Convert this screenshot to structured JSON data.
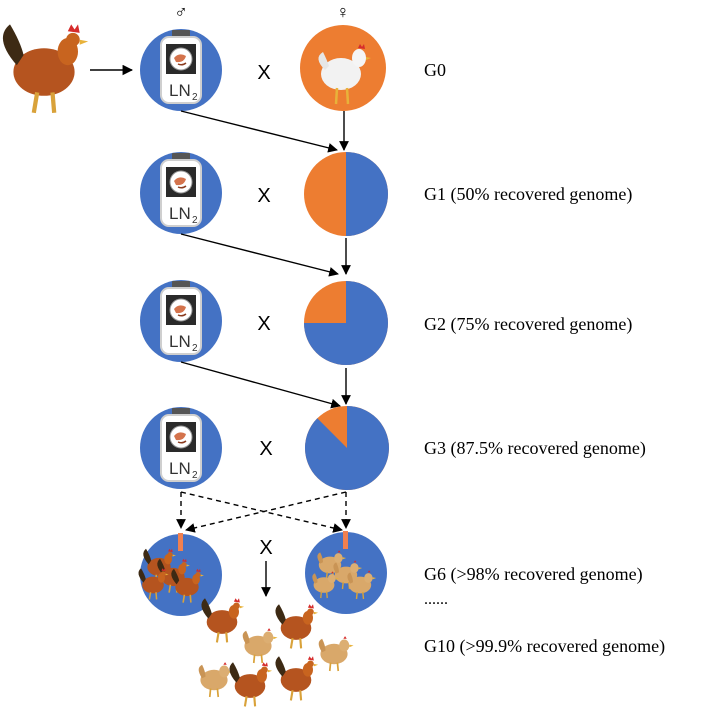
{
  "symbols": {
    "male": "♂",
    "female": "♀"
  },
  "cross_symbol": "X",
  "jar_label": {
    "base": "LN",
    "sub": "2"
  },
  "generations": [
    {
      "label": "G0",
      "female_recovered_fraction": null
    },
    {
      "label": "G1 (50% recovered genome)",
      "female_recovered_fraction": 0.5
    },
    {
      "label": "G2 (75% recovered genome)",
      "female_recovered_fraction": 0.75
    },
    {
      "label": "G3 (87.5% recovered genome)",
      "female_recovered_fraction": 0.875
    },
    {
      "label": "G6 (>98% recovered genome)",
      "female_recovered_fraction": 0.98
    }
  ],
  "ellipsis": "......",
  "final_generation": {
    "label": "G10 (>99.9% recovered genome)"
  },
  "colors": {
    "blue": "#4472c4",
    "orange": "#ed7d31",
    "arrow": "#000000",
    "rooster_body": "#b5541f",
    "hen_white": "#f2f2f2",
    "hen_buff": "#d9a86a"
  }
}
